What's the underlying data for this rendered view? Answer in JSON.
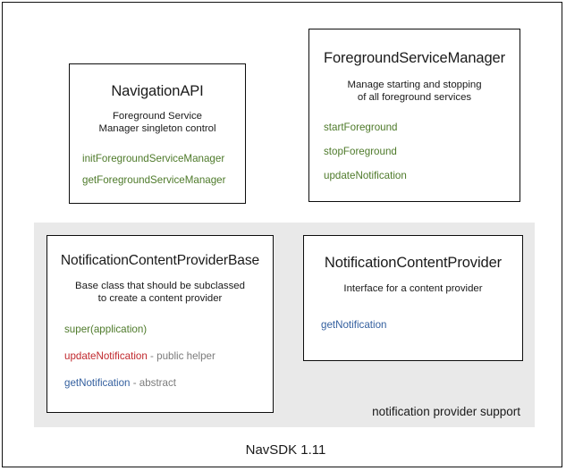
{
  "diagram": {
    "footer_caption": "NavSDK 1.11",
    "group": {
      "label": "notification provider support",
      "fill_color": "#e9e9e9"
    },
    "colors": {
      "green": "#4e7a2a",
      "red": "#c0282d",
      "blue": "#34609f",
      "note_gray": "#7b7b7b",
      "border": "#0d0d0d",
      "background": "#ffffff"
    },
    "boxes": [
      {
        "id": "navigation-api",
        "title": "NavigationAPI",
        "description_lines": [
          "Foreground Service",
          "Manager singleton control"
        ],
        "members": [
          {
            "name": "initForegroundServiceManager",
            "color": "green",
            "note": ""
          },
          {
            "name": "getForegroundServiceManager",
            "color": "green",
            "note": ""
          }
        ]
      },
      {
        "id": "foreground-service-manager",
        "title": "ForegroundServiceManager",
        "description_lines": [
          "Manage starting and stopping",
          "of all foreground services"
        ],
        "members": [
          {
            "name": "startForeground",
            "color": "green",
            "note": ""
          },
          {
            "name": "stopForeground",
            "color": "green",
            "note": ""
          },
          {
            "name": "updateNotification",
            "color": "green",
            "note": ""
          }
        ]
      },
      {
        "id": "notification-content-provider-base",
        "title": "NotificationContentProviderBase",
        "description_lines": [
          "Base class that should be subclassed",
          "to create a content provider"
        ],
        "members": [
          {
            "name": "super(application)",
            "color": "green",
            "note": ""
          },
          {
            "name": "updateNotification",
            "color": "red",
            "note": " - public helper"
          },
          {
            "name": "getNotification",
            "color": "blue",
            "note": " - abstract"
          }
        ]
      },
      {
        "id": "notification-content-provider",
        "title": "NotificationContentProvider",
        "description_lines": [
          "Interface for a content provider"
        ],
        "members": [
          {
            "name": "getNotification",
            "color": "blue",
            "note": ""
          }
        ]
      }
    ]
  }
}
